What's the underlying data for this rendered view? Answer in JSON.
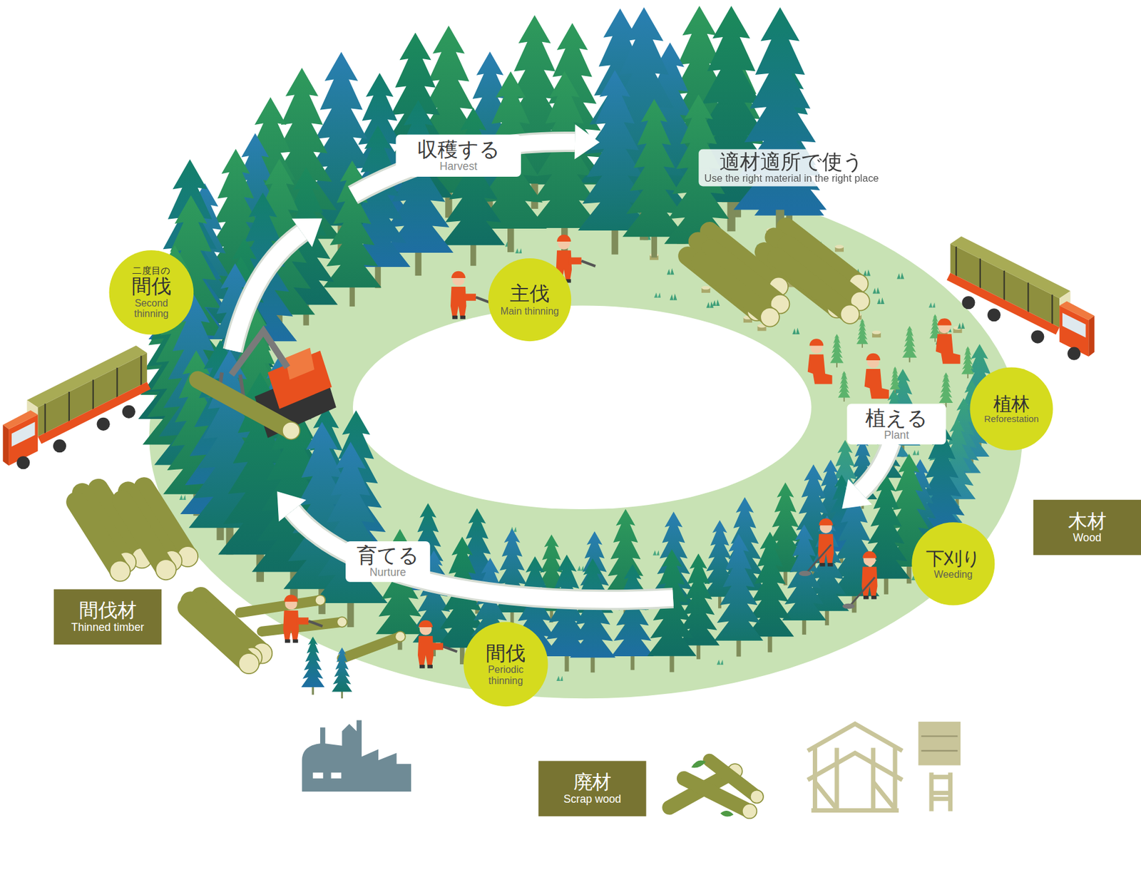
{
  "diagram": {
    "nodes": [
      {
        "text": [
          "収穫する",
          "Harvest"
        ]
      },
      {
        "text": [
          "適材適所で使う",
          "Use the right material in the right place"
        ]
      },
      {
        "text": [
          "二度目の",
          "間伐",
          "Second thinning"
        ]
      },
      {
        "text": [
          "主伐",
          "Main thinning"
        ]
      },
      {
        "text": [
          "植林",
          "Reforestation"
        ]
      },
      {
        "text": [
          "植える",
          "Plant"
        ]
      },
      {
        "text": [
          "木材",
          "Wood"
        ]
      },
      {
        "text": [
          "下刈り",
          "Weeding"
        ]
      },
      {
        "text": [
          "育てる",
          "Nurture"
        ]
      },
      {
        "text": [
          "間伐材",
          "Thinned timber"
        ]
      },
      {
        "text": [
          "間伐",
          "Periodic thinning"
        ]
      },
      {
        "text": [
          "廃材",
          "Scrap wood"
        ]
      }
    ]
  }
}
